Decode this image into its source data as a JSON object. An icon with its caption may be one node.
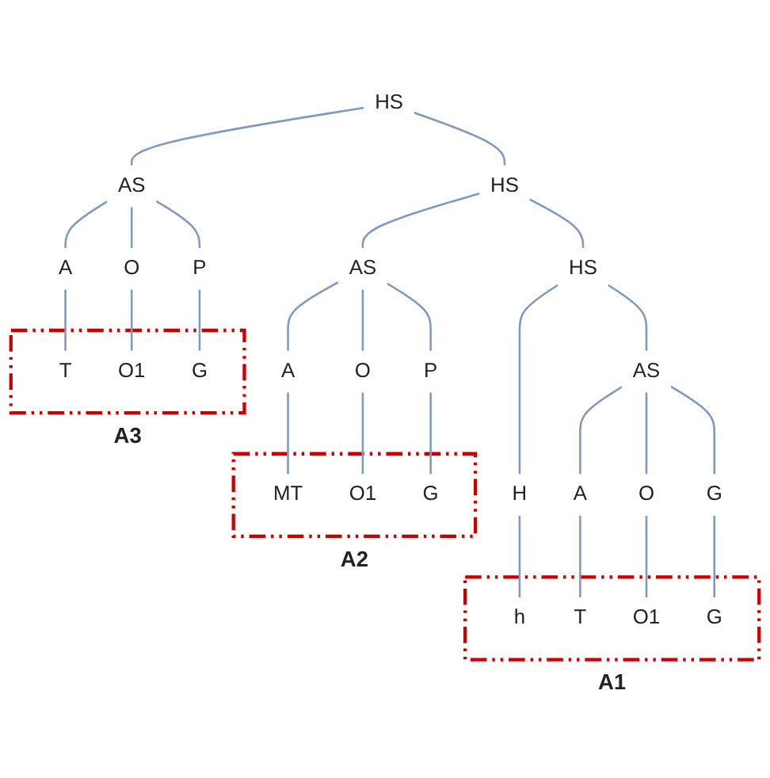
{
  "diagram": {
    "nodes": [
      {
        "text": [
          "HS"
        ]
      },
      {
        "text": [
          "HS"
        ]
      },
      {
        "text": [
          "AS"
        ]
      },
      {
        "text": [
          "AS"
        ]
      },
      {
        "text": [
          "A"
        ]
      },
      {
        "text": [
          "O"
        ]
      },
      {
        "text": [
          "P"
        ]
      },
      {
        "text": [
          "A3"
        ]
      },
      {
        "text": [
          "T"
        ],
        "in": 7
      },
      {
        "text": [
          "O1"
        ],
        "in": 7
      },
      {
        "text": [
          "G"
        ],
        "in": 7
      },
      {
        "text": [
          "A"
        ]
      },
      {
        "text": [
          "O"
        ]
      },
      {
        "text": [
          "P"
        ]
      },
      {
        "text": [
          "A2"
        ]
      },
      {
        "text": [
          "MT"
        ],
        "in": 14
      },
      {
        "text": [
          "O1"
        ],
        "in": 14
      },
      {
        "text": [
          "G"
        ],
        "in": 14
      },
      {
        "text": [
          "HS"
        ]
      },
      {
        "text": [
          "AS"
        ]
      },
      {
        "text": [
          "H"
        ]
      },
      {
        "text": [
          "A"
        ]
      },
      {
        "text": [
          "O"
        ]
      },
      {
        "text": [
          "G"
        ]
      },
      {
        "text": [
          "A1"
        ]
      },
      {
        "text": [
          "h"
        ],
        "in": 24
      },
      {
        "text": [
          "T"
        ],
        "in": 24
      },
      {
        "text": [
          "O1"
        ],
        "in": 24
      },
      {
        "text": [
          "G"
        ],
        "in": 24
      }
    ],
    "edges": [
      {
        "from": 0,
        "to": 1,
        "arrow": "none"
      },
      {
        "from": 0,
        "to": 2,
        "arrow": "none"
      },
      {
        "from": 2,
        "to": 4,
        "arrow": "none"
      },
      {
        "from": 2,
        "to": 5,
        "arrow": "none"
      },
      {
        "from": 2,
        "to": 6,
        "arrow": "none"
      },
      {
        "from": 4,
        "to": 8,
        "arrow": "none"
      },
      {
        "from": 5,
        "to": 9,
        "arrow": "none"
      },
      {
        "from": 6,
        "to": 10,
        "arrow": "none"
      },
      {
        "from": 1,
        "to": 3,
        "arrow": "none"
      },
      {
        "from": 1,
        "to": 18,
        "arrow": "none"
      },
      {
        "from": 3,
        "to": 11,
        "arrow": "none"
      },
      {
        "from": 3,
        "to": 12,
        "arrow": "none"
      },
      {
        "from": 3,
        "to": 13,
        "arrow": "none"
      },
      {
        "from": 11,
        "to": 15,
        "arrow": "none"
      },
      {
        "from": 12,
        "to": 16,
        "arrow": "none"
      },
      {
        "from": 13,
        "to": 17,
        "arrow": "none"
      },
      {
        "from": 18,
        "to": 20,
        "arrow": "none"
      },
      {
        "from": 18,
        "to": 19,
        "arrow": "none"
      },
      {
        "from": 19,
        "to": 21,
        "arrow": "none"
      },
      {
        "from": 19,
        "to": 22,
        "arrow": "none"
      },
      {
        "from": 19,
        "to": 23,
        "arrow": "none"
      },
      {
        "from": 20,
        "to": 25,
        "arrow": "none"
      },
      {
        "from": 21,
        "to": 26,
        "arrow": "none"
      },
      {
        "from": 22,
        "to": 27,
        "arrow": "none"
      },
      {
        "from": 23,
        "to": 28,
        "arrow": "none"
      }
    ]
  }
}
